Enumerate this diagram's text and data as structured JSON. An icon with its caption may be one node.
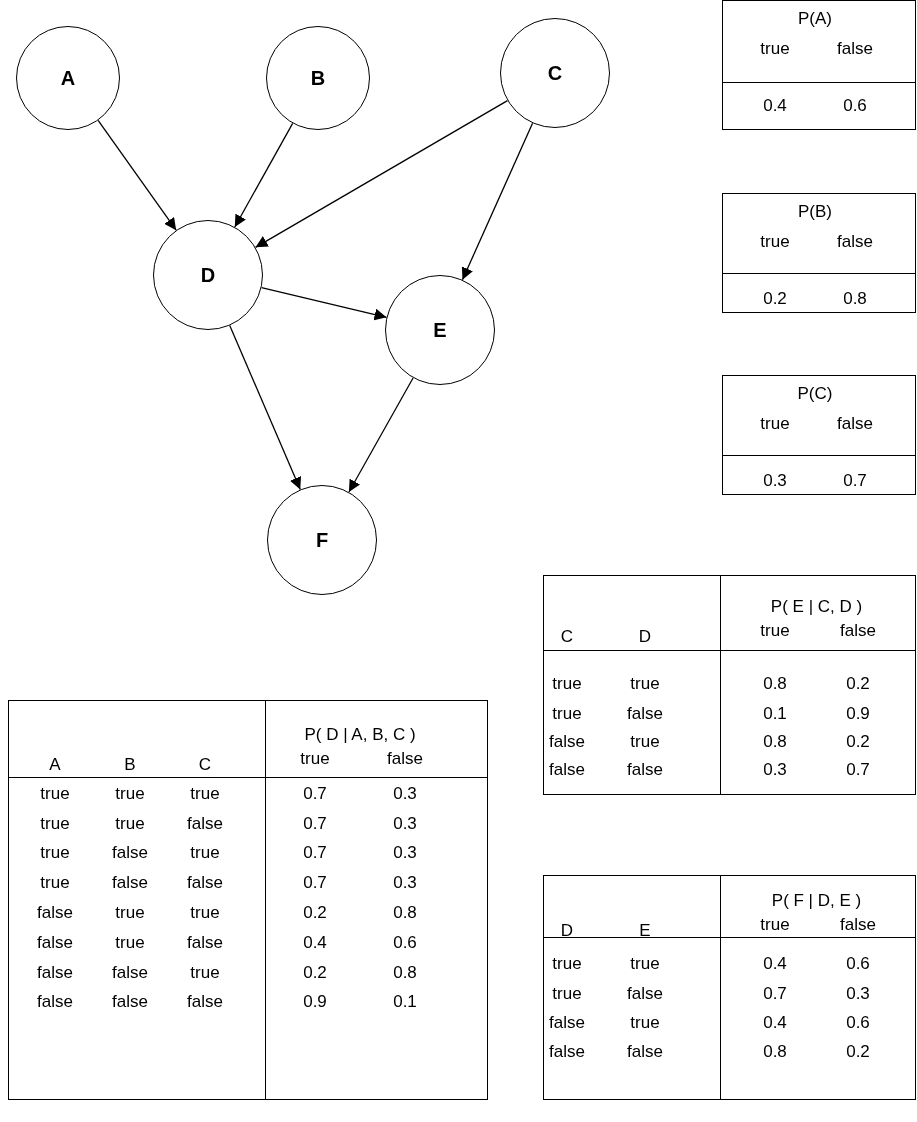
{
  "diagram": {
    "nodes": [
      {
        "text": [
          "A"
        ]
      },
      {
        "text": [
          "B"
        ]
      },
      {
        "text": [
          "C"
        ]
      },
      {
        "text": [
          "D"
        ]
      },
      {
        "text": [
          "E"
        ]
      },
      {
        "text": [
          "F"
        ]
      }
    ],
    "edges": [
      {
        "from": 0,
        "to": 3,
        "arrow": "to"
      },
      {
        "from": 1,
        "to": 3,
        "arrow": "to"
      },
      {
        "from": 2,
        "to": 3,
        "arrow": "to"
      },
      {
        "from": 2,
        "to": 4,
        "arrow": "to"
      },
      {
        "from": 3,
        "to": 4,
        "arrow": "to"
      },
      {
        "from": 3,
        "to": 5,
        "arrow": "to"
      },
      {
        "from": 4,
        "to": 5,
        "arrow": "to"
      }
    ],
    "labels": [
      "P(A)",
      "true",
      "false",
      "0.4",
      "0.6",
      "P(B)",
      "true",
      "false",
      "0.2",
      "0.8",
      "P(C)",
      "true",
      "false",
      "0.3",
      "0.7",
      "C",
      "D",
      "P( E | C, D )",
      "true",
      "false",
      "true",
      "true",
      "0.8",
      "0.2",
      "true",
      "false",
      "0.1",
      "0.9",
      "false",
      "true",
      "0.8",
      "0.2",
      "false",
      "false",
      "0.3",
      "0.7",
      "A",
      "B",
      "C",
      "P( D | A, B, C )",
      "true",
      "false",
      "true",
      "true",
      "true",
      "0.7",
      "0.3",
      "true",
      "true",
      "false",
      "0.7",
      "0.3",
      "true",
      "false",
      "true",
      "0.7",
      "0.3",
      "true",
      "false",
      "false",
      "0.7",
      "0.3",
      "false",
      "true",
      "true",
      "0.2",
      "0.8",
      "false",
      "true",
      "false",
      "0.4",
      "0.6",
      "false",
      "false",
      "true",
      "0.2",
      "0.8",
      "false",
      "false",
      "false",
      "0.9",
      "0.1",
      "D",
      "E",
      "P( F | D, E )",
      "true",
      "false",
      "true",
      "true",
      "0.4",
      "0.6",
      "true",
      "false",
      "0.7",
      "0.3",
      "false",
      "true",
      "0.4",
      "0.6",
      "false",
      "false",
      "0.8",
      "0.2"
    ]
  }
}
